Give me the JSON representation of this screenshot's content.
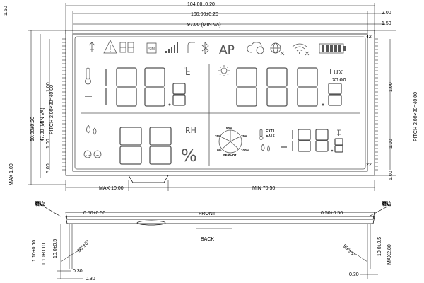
{
  "dims": {
    "top_outer": "104.00±0.20",
    "top_mid": "100.00±0.20",
    "top_inner": "97.00 (MIN VA)",
    "right_top_1": "2.00",
    "right_top_2": "1.50",
    "left_top": "1.50",
    "left_outer": "50.00±0.20",
    "left_mid": "47.00 (MIN VA)",
    "left_pitch": "PITCH 2.00×20=40.00",
    "left_max": "MAX 1.00",
    "left_1_00_a": "1.00",
    "left_1_00_b": "1.00",
    "left_5_00": "5.00",
    "right_pitch": "PITCH 2.00×20=40.00",
    "right_1_00_a": "1.00",
    "right_1_00_b": "1.00",
    "right_5_00": "5.00",
    "bottom_max": "MAX 10.00",
    "bottom_min": "MIN 70.50",
    "front_left": "0.50±0.50",
    "front_right": "0.50±0.50",
    "side_left_1": "1.10±0.10",
    "side_left_2": "1.10±0.10",
    "side_left_3": "10.0±0.5",
    "side_right_1": "10.0±0.5",
    "side_right_2": "MAX2.80",
    "angle_left": "90°±5°",
    "angle_right": "90°±5°",
    "bottom_left_030_a": "0.30",
    "bottom_left_030_b": "0.30",
    "bottom_right_030": "0.30",
    "edge_left": "磨边",
    "edge_right": "磨边"
  },
  "labels": {
    "front": "FRONT",
    "back": "BACK",
    "pin_top": "42",
    "pin_bottom": "22"
  },
  "display": {
    "ap": "AP",
    "lux": "Lux",
    "x100": "X100",
    "rh": "RH",
    "percent": "%",
    "unit_e": "E",
    "ext1": "EXT1",
    "ext2": "EXT2",
    "memory": "MEMORY",
    "mem_0": "0%",
    "mem_25": "25%",
    "mem_50": "50%",
    "mem_75": "75%",
    "mem_100": "100%",
    "sim": "SIM"
  }
}
